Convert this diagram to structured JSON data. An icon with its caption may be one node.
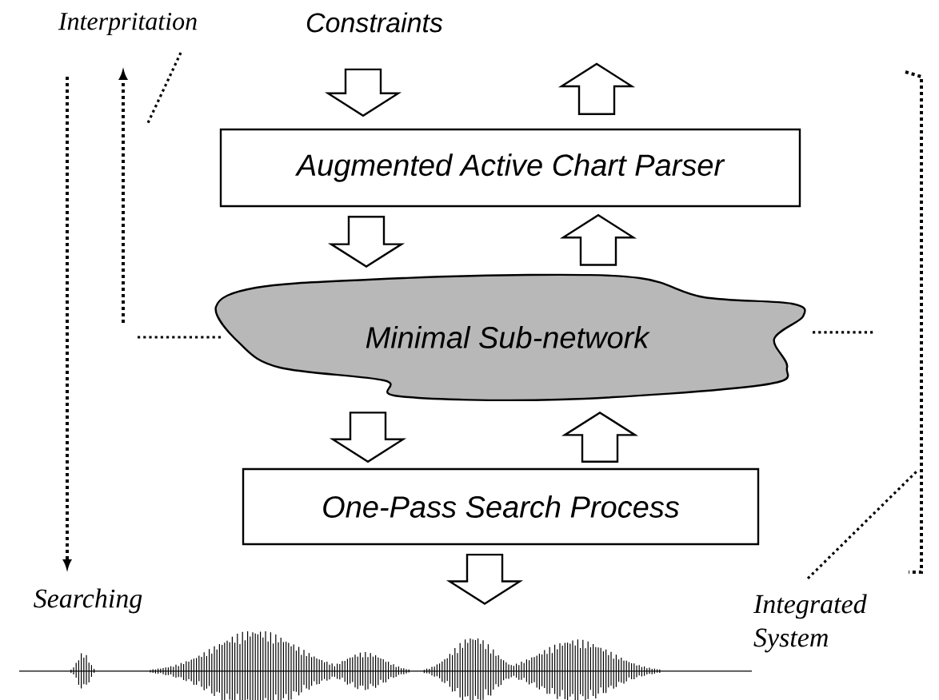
{
  "diagram": {
    "nodes": [
      {
        "text": [
          "Interpritation"
        ]
      },
      {
        "text": [
          "Constraints"
        ]
      },
      {
        "text": [
          "Augmented Active Chart Parser"
        ]
      },
      {
        "text": [
          "Minimal Sub-network"
        ]
      },
      {
        "text": [
          "One-Pass Search Process"
        ]
      },
      {
        "text": [],
        "shape": "picture"
      },
      {
        "text": [
          "Integrated System"
        ]
      }
    ],
    "edges": [
      {
        "from": 0,
        "to": null,
        "arrow": "none",
        "style": "dashed"
      },
      {
        "from": 1,
        "to": 2,
        "arrow": "to"
      },
      {
        "from": 2,
        "to": null,
        "arrow": "to"
      },
      {
        "from": 2,
        "to": 3,
        "arrow": "to"
      },
      {
        "from": 3,
        "to": 2,
        "arrow": "to"
      },
      {
        "from": 3,
        "to": 4,
        "arrow": "to"
      },
      {
        "from": 4,
        "to": 3,
        "arrow": "to"
      },
      {
        "from": 4,
        "to": 5,
        "arrow": "to"
      },
      {
        "from": 6,
        "to": null,
        "arrow": "none",
        "style": "dashed"
      }
    ],
    "labels": [
      "Searching"
    ]
  }
}
